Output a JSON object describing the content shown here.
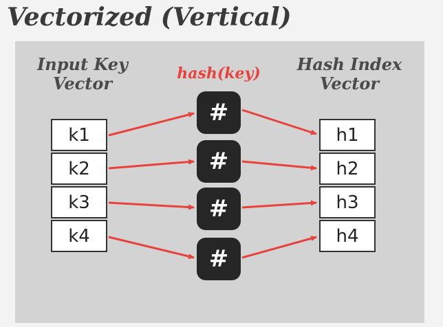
{
  "title": "Vectorized (Vertical)",
  "input_label": [
    "Input Key",
    "Vector"
  ],
  "function_label": "hash(key)",
  "output_label": [
    "Hash Index",
    "Vector"
  ],
  "hash_symbol": "#",
  "input_keys": [
    "k1",
    "k2",
    "k3",
    "k4"
  ],
  "output_hashes": [
    "h1",
    "h2",
    "h3",
    "h4"
  ],
  "colors": {
    "arrow": "#e8423c",
    "hash_box": "#262626",
    "panel": "#d3d3d3"
  },
  "mappings": [
    {
      "from": "k1",
      "to": "h1"
    },
    {
      "from": "k2",
      "to": "h2"
    },
    {
      "from": "k3",
      "to": "h3"
    },
    {
      "from": "k4",
      "to": "h4"
    }
  ]
}
